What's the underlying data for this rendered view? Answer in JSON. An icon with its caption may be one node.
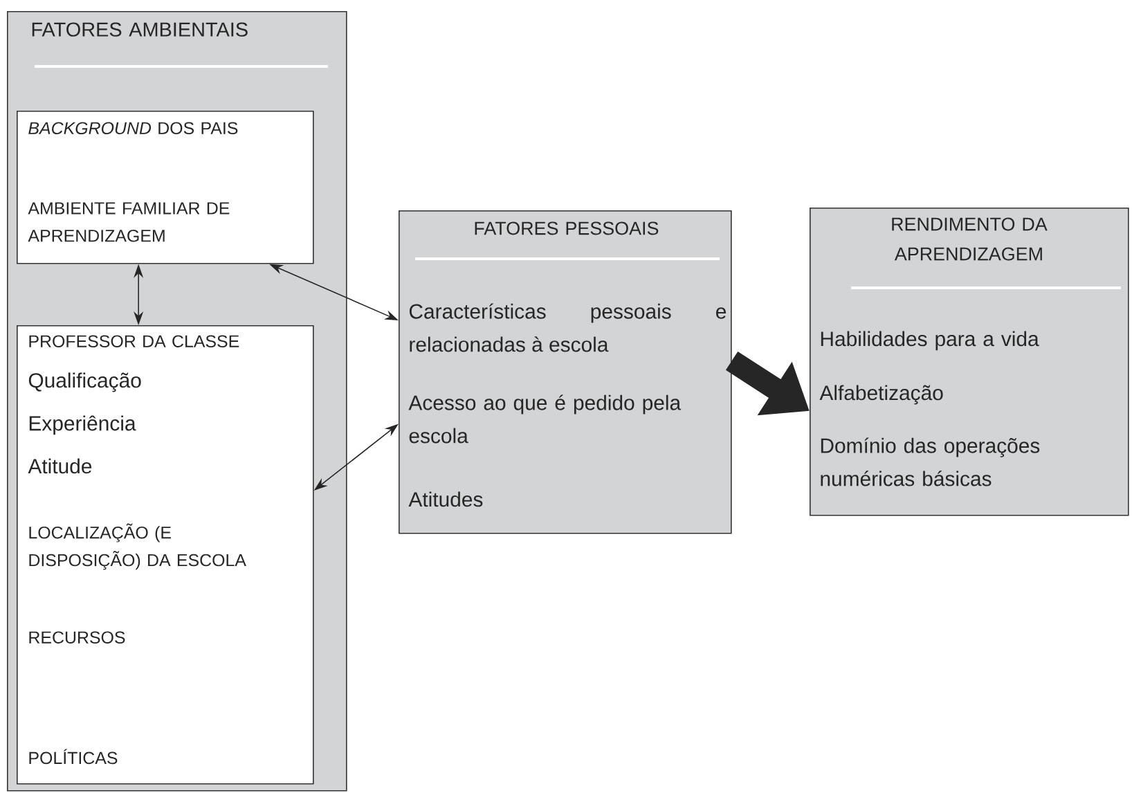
{
  "diagram": {
    "nodes": [
      {
        "text": [
          "FATORES  AMBIENTAIS"
        ]
      },
      {
        "text": [
          "*BACKGROUND* DOS PAIS",
          "AMBIENTE FAMILIAR DE APRENDIZAGEM"
        ],
        "in": 0
      },
      {
        "text": [
          "PROFESSOR DA CLASSE",
          "Qualificação",
          "Experiência",
          "Atitude",
          "LOCALIZAÇÃO (E DISPOSIÇÃO) DA ESCOLA",
          "RECURSOS",
          "POLÍTICAS"
        ],
        "in": 0
      },
      {
        "text": [
          "FATORES PESSOAIS",
          "Características pessoais e relacionadas à escola",
          "Acesso ao que é pedido pela escola",
          "Atitudes"
        ]
      },
      {
        "text": [
          "RENDIMENTO DA APRENDIZAGEM",
          "Habilidades para a vida",
          "Alfabetização",
          "Domínio das operações numéricas básicas"
        ]
      }
    ],
    "edges": [
      {
        "from": 1,
        "to": 2,
        "arrow": "both"
      },
      {
        "from": 1,
        "to": 3,
        "arrow": "both"
      },
      {
        "from": 2,
        "to": 3,
        "arrow": "both"
      },
      {
        "from": 3,
        "to": 4,
        "arrow": "to",
        "style": "thick"
      }
    ]
  }
}
